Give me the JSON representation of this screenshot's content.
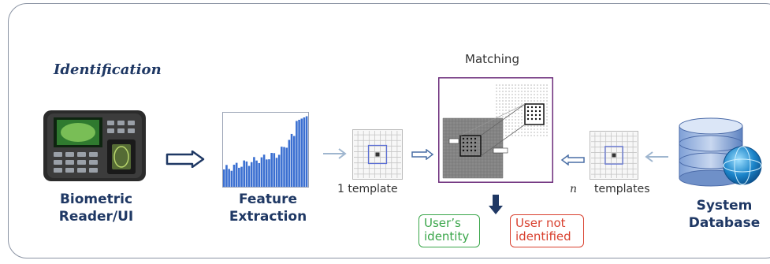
{
  "diagram": {
    "section_title": "Identification",
    "reader_label_line1": "Biometric",
    "reader_label_line2": "Reader/UI",
    "feature_label_line1": "Feature",
    "feature_label_line2": "Extraction",
    "one_template_label": "1 template",
    "matching_label": "Matching",
    "n_symbol": "n",
    "n_templates_label": "templates",
    "database_label_line1": "System",
    "database_label_line2": "Database",
    "user_identity_line1": "User’s",
    "user_identity_line2": "identity",
    "not_identified_line1": "User not",
    "not_identified_line2": "identified",
    "colors": {
      "navy": "#1f3864",
      "green": "#3aa64a",
      "red": "#d9412f",
      "bar_blue": "#3a6fd1",
      "match_border": "#6b2b7a"
    }
  }
}
